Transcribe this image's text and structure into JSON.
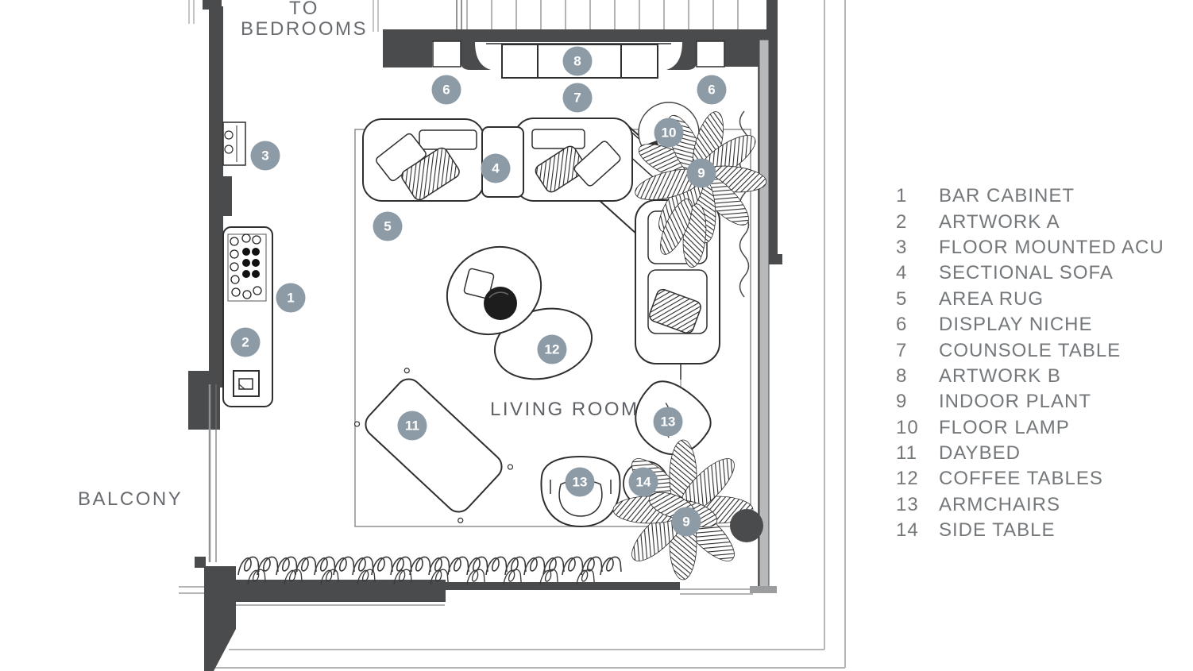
{
  "title": "Living room furniture layout floor plan",
  "labels": {
    "to_bedrooms_line1": "TO",
    "to_bedrooms_line2": "BEDROOMS",
    "balcony": "BALCONY",
    "living_room": "LIVING ROOM"
  },
  "legend": [
    {
      "num": "1",
      "label": "BAR CABINET"
    },
    {
      "num": "2",
      "label": "ARTWORK A"
    },
    {
      "num": "3",
      "label": "FLOOR MOUNTED ACU"
    },
    {
      "num": "4",
      "label": "SECTIONAL SOFA"
    },
    {
      "num": "5",
      "label": "AREA RUG"
    },
    {
      "num": "6",
      "label": "DISPLAY NICHE"
    },
    {
      "num": "7",
      "label": "COUNSOLE TABLE"
    },
    {
      "num": "8",
      "label": "ARTWORK B"
    },
    {
      "num": "9",
      "label": "INDOOR PLANT"
    },
    {
      "num": "10",
      "label": "FLOOR LAMP"
    },
    {
      "num": "11",
      "label": "DAYBED"
    },
    {
      "num": "12",
      "label": "COFFEE TABLES"
    },
    {
      "num": "13",
      "label": "ARMCHAIRS"
    },
    {
      "num": "14",
      "label": "SIDE TABLE"
    }
  ],
  "markers": [
    {
      "label": "1"
    },
    {
      "label": "2"
    },
    {
      "label": "3"
    },
    {
      "label": "4"
    },
    {
      "label": "5"
    },
    {
      "label": "6"
    },
    {
      "label": "6"
    },
    {
      "label": "7"
    },
    {
      "label": "8"
    },
    {
      "label": "9"
    },
    {
      "label": "9"
    },
    {
      "label": "10"
    },
    {
      "label": "11"
    },
    {
      "label": "12"
    },
    {
      "label": "13"
    },
    {
      "label": "13"
    },
    {
      "label": "14"
    }
  ],
  "colors": {
    "marker_bg": "#8d9ba6",
    "marker_text": "#ffffff",
    "wall": "#4a4b4d",
    "furniture_line": "#2f2f2f",
    "plan_text": "#686c70",
    "legend_text": "#74787b",
    "window_glass": "#b7b9bb"
  }
}
